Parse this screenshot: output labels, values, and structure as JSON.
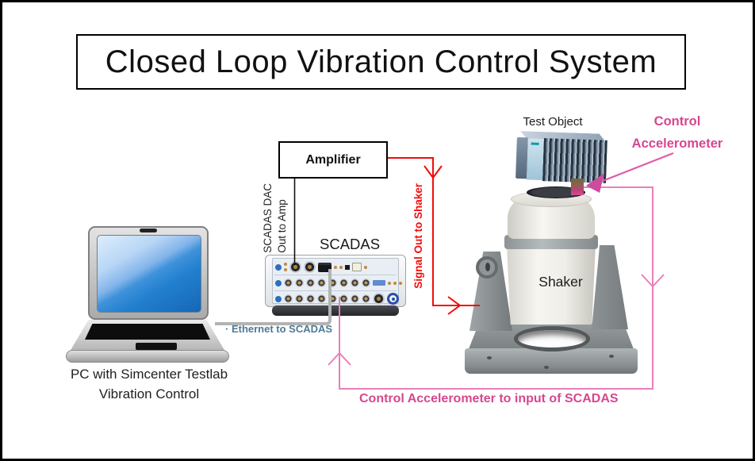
{
  "diagram_title": "Closed Loop Vibration Control System",
  "pc": {
    "caption_line1": "PC with Simcenter Testlab",
    "caption_line2": "Vibration Control"
  },
  "amplifier": {
    "label": "Amplifier"
  },
  "scadas": {
    "name_label": "SCADAS",
    "dac_out_line1": "SCADAS DAC",
    "dac_out_line2": "Out to Amp"
  },
  "shaker": {
    "label": "Shaker"
  },
  "test_object": {
    "label": "Test Object"
  },
  "control_accelerometer": {
    "line1": "Control",
    "line2": "Accelerometer"
  },
  "connections": {
    "ethernet_label": "· Ethernet to SCADAS",
    "signal_out_label": "Signal Out to Shaker",
    "accel_to_scadas_label": "Control Accelerometer to input of SCADAS"
  },
  "colors": {
    "accent_pink_text": "#d6478f",
    "pink_wire": "#ea80ba",
    "signal_red": "#f40b0b",
    "ethernet_label_blue": "#4e7a96",
    "diagram_border": "#000000"
  }
}
